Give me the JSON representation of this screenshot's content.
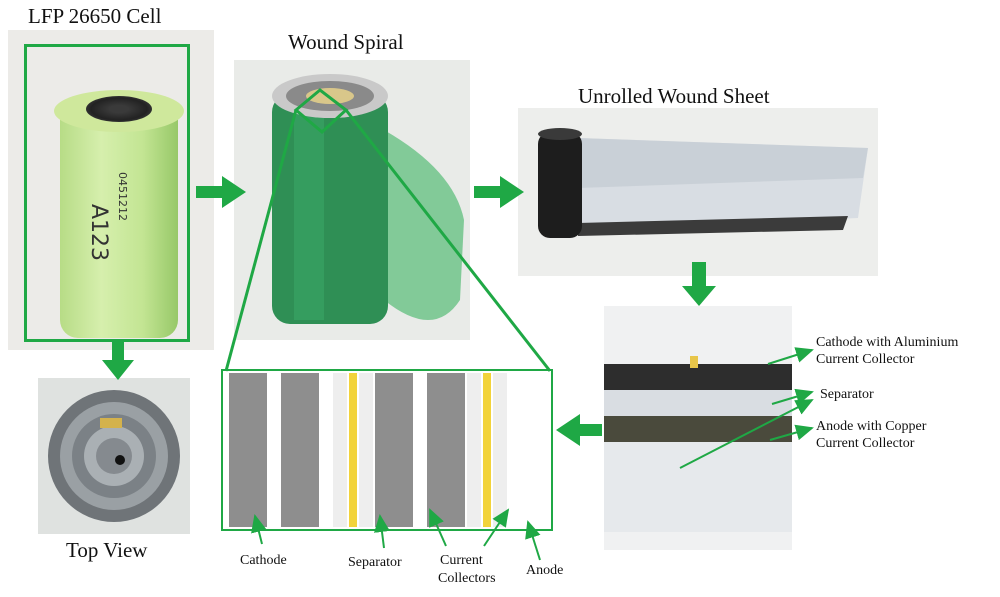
{
  "titles": {
    "cell": "LFP 26650 Cell",
    "spiral": "Wound Spiral",
    "unrolled": "Unrolled Wound Sheet",
    "top_view": "Top View"
  },
  "cell_markings": {
    "code": "A123",
    "serial": "0451212"
  },
  "layer_labels": {
    "cathode": "Cathode",
    "separator": "Separator",
    "current_collectors_1": "Current",
    "current_collectors_2": "Collectors",
    "anode": "Anode"
  },
  "annotations": {
    "cathode_1": "Cathode with Aluminium",
    "cathode_2": "Current Collector",
    "separator": "Separator",
    "anode_1": "Anode with Copper",
    "anode_2": "Current Collector"
  },
  "layer_sequence": [
    "cathode",
    "gap",
    "cathode",
    "gap",
    "separator",
    "collector",
    "separator",
    "anode",
    "gap",
    "anode",
    "separator",
    "collector",
    "separator"
  ],
  "colors": {
    "arrow_green": "#1fa845",
    "cathode_gray": "#8e8e8e",
    "separator_white": "#eeeeee",
    "collector_yellow": "#f2d33a",
    "cell_green": "#c3e593",
    "spiral_green": "#2f8f55"
  }
}
